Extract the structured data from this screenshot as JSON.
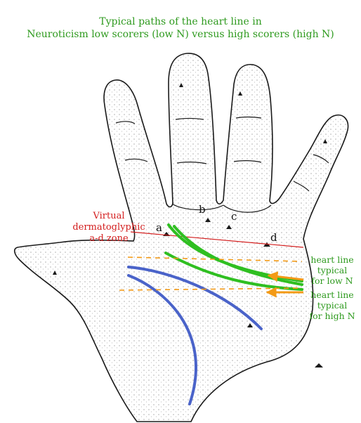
{
  "title_line_1": "Typical paths of the heart line in",
  "title_line_2": "Neuroticism low scorers (low N) versus high scorers (high N)",
  "zone_label": [
    "Virtual",
    "dermatoglyphic",
    "a-d zone"
  ],
  "triradii": {
    "a": "a",
    "b": "b",
    "c": "c",
    "d": "d"
  },
  "low_n_label": [
    "heart line",
    "typical",
    "for low N"
  ],
  "high_n_label": [
    "heart line",
    "typical",
    "for high N"
  ],
  "colors": {
    "title": "#2e9a1e",
    "zone": "#d31d1d",
    "heart_line": "#2fbf21",
    "arrow": "#f39a16",
    "head_life_line": "#4a63c9",
    "outline": "#1a1a1a"
  }
}
